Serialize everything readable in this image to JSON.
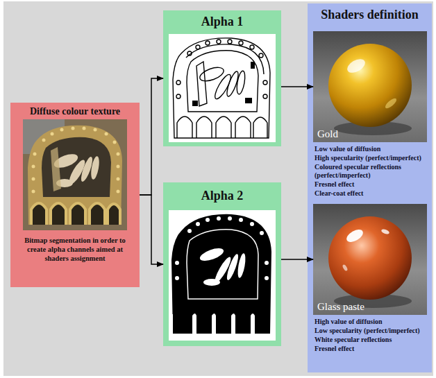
{
  "diagram": {
    "nodes": [
      {
        "text": [
          "Diffuse colour texture",
          "Bitmap segmentation in order to create alpha channels aimed at shaders assignment"
        ]
      },
      {
        "text": [
          "Alpha 1"
        ]
      },
      {
        "text": [
          "Alpha 2"
        ]
      },
      {
        "text": [
          "Shaders definition",
          "Low value of diffusion",
          "High specularity (perfect/imperfect)",
          "Coloured specular reflections (perfect/imperfect)",
          "Fresnel effect",
          "Clear-coat effect",
          "High value of diffusion",
          "Low specularity (perfect/imperfect)",
          "White specular reflections",
          "Fresnel effect"
        ]
      },
      {
        "text": [
          "Gold"
        ],
        "in": 3
      },
      {
        "text": [
          "Glass paste"
        ],
        "in": 3
      }
    ],
    "edges": [
      {
        "from": 0,
        "to": 1,
        "arrow": "to"
      },
      {
        "from": 0,
        "to": 2,
        "arrow": "to"
      },
      {
        "from": 1,
        "to": 4,
        "arrow": "to"
      },
      {
        "from": 2,
        "to": 5,
        "arrow": "to"
      }
    ]
  }
}
